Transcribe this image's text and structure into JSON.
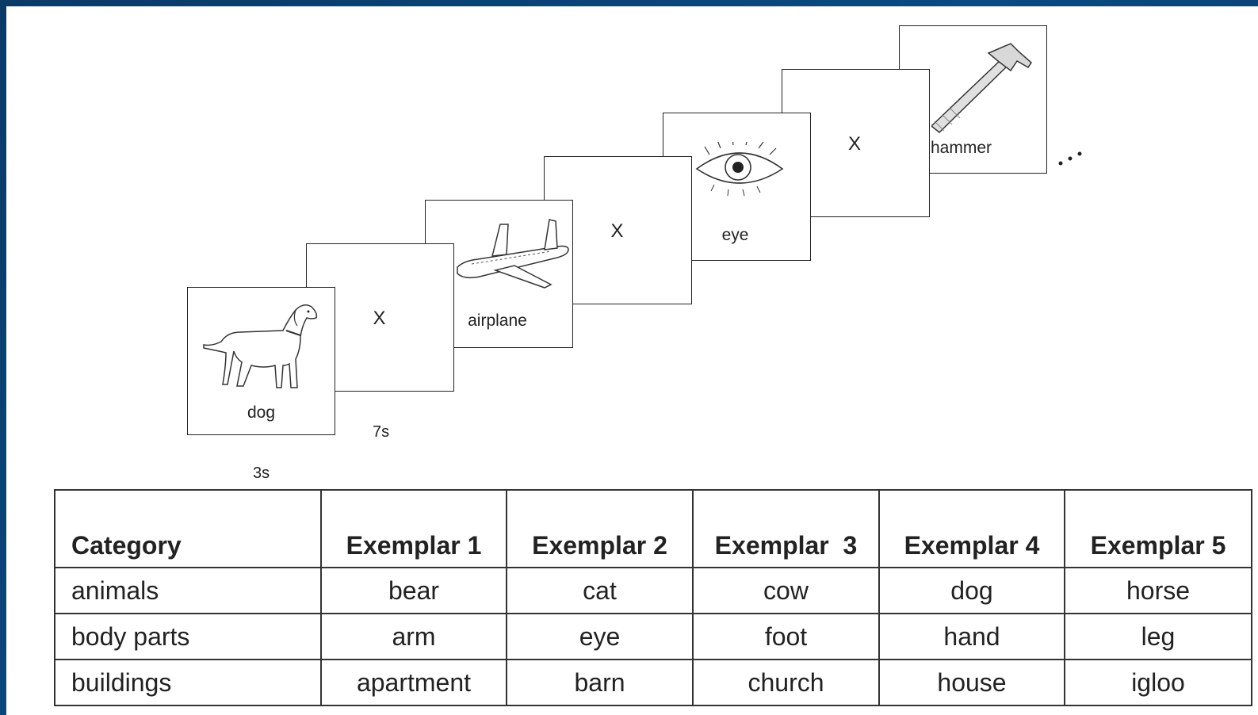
{
  "sequence": {
    "cards": [
      {
        "label": "dog",
        "image": "dog-drawing"
      },
      {
        "label": "X",
        "image": "fixation-cross"
      },
      {
        "label": "airplane",
        "image": "airplane-drawing"
      },
      {
        "label": "X",
        "image": "fixation-cross"
      },
      {
        "label": "eye",
        "image": "eye-drawing"
      },
      {
        "label": "X",
        "image": "fixation-cross"
      },
      {
        "label": "hammer",
        "image": "hammer-drawing"
      }
    ],
    "stimulus_duration": "3s",
    "fixation_duration": "7s",
    "continuation": "..."
  },
  "table": {
    "headers": [
      "Category",
      "Exemplar 1",
      "Exemplar 2",
      "Exemplar  3",
      "Exemplar 4",
      "Exemplar 5"
    ],
    "rows": [
      [
        "animals",
        "bear",
        "cat",
        "cow",
        "dog",
        "horse"
      ],
      [
        "body parts",
        "arm",
        "eye",
        "foot",
        "hand",
        "leg"
      ],
      [
        "buildings",
        "apartment",
        "barn",
        "church",
        "house",
        "igloo"
      ]
    ]
  }
}
